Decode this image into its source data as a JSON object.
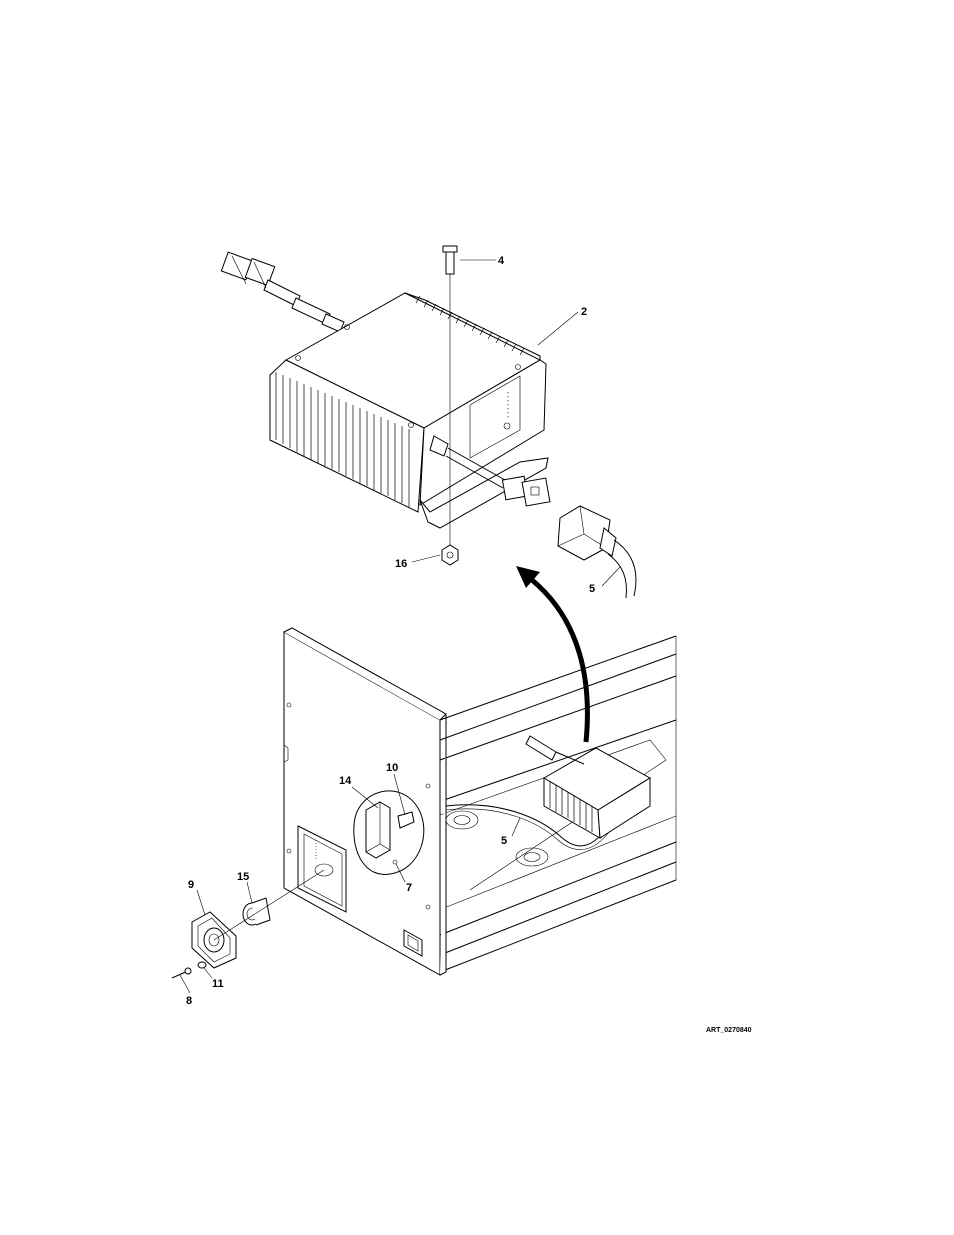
{
  "figure": {
    "art_reference": "ART_0270840",
    "callouts": [
      {
        "id": "c4",
        "text": "4"
      },
      {
        "id": "c2",
        "text": "2"
      },
      {
        "id": "c16",
        "text": "16"
      },
      {
        "id": "c5a",
        "text": "5"
      },
      {
        "id": "c14",
        "text": "14"
      },
      {
        "id": "c10",
        "text": "10"
      },
      {
        "id": "c5b",
        "text": "5"
      },
      {
        "id": "c7",
        "text": "7"
      },
      {
        "id": "c9",
        "text": "9"
      },
      {
        "id": "c15",
        "text": "15"
      },
      {
        "id": "c11",
        "text": "11"
      },
      {
        "id": "c8",
        "text": "8"
      }
    ]
  }
}
